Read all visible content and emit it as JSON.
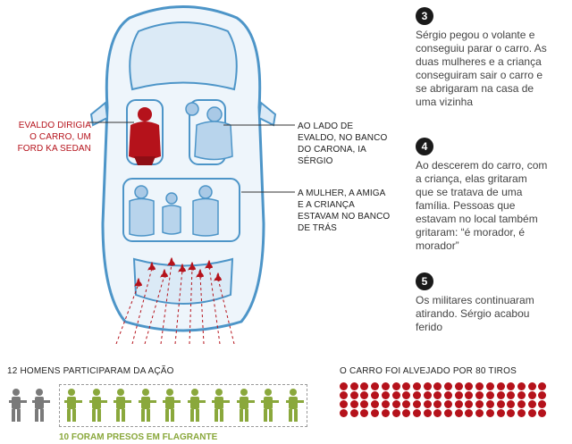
{
  "labels": {
    "driver": [
      "EVALDO DIRIGIA",
      "O CARRO, UM",
      "FORD KA SEDAN"
    ],
    "passenger": [
      "AO LADO DE",
      "EVALDO, NO BANCO",
      "DO CARONA, IA",
      "SÉRGIO"
    ],
    "back": [
      "A MULHER, A AMIGA",
      "E A CRIANÇA",
      "ESTAVAM NO BANCO",
      "DE TRÁS"
    ]
  },
  "steps": [
    {
      "num": "3",
      "text": [
        "Sérgio pegou o volante e",
        "conseguiu parar o carro. As",
        "duas mulheres e a criança",
        "conseguiram sair o carro e",
        "se abrigaram na casa de",
        "uma vizinha"
      ]
    },
    {
      "num": "4",
      "text": [
        "Ao descerem do carro, com",
        "a criança, elas gritaram",
        "que se tratava de uma",
        "família. Pessoas que",
        "estavam no local também",
        "gritaram: “é morador, é",
        "morador”"
      ]
    },
    {
      "num": "5",
      "text": [
        "Os militares continuaram",
        "atirando. Sérgio acabou",
        "ferido"
      ]
    }
  ],
  "soldiers": {
    "title": "12 HOMENS PARTICIPARAM DA AÇÃO",
    "total": 12,
    "arrested": 10,
    "arrested_label": "10 FORAM PRESOS EM FLAGRANTE",
    "colors": {
      "free": "#7a7a7a",
      "arrested": "#8aa83c"
    }
  },
  "shots": {
    "title": "O CARRO FOI ALVEJADO POR 80 TIROS",
    "count": 80,
    "color": "#b5121b"
  },
  "colors": {
    "car_outline": "#4d95c8",
    "car_fill": "#dbeaf6",
    "driver": "#b5121b"
  }
}
